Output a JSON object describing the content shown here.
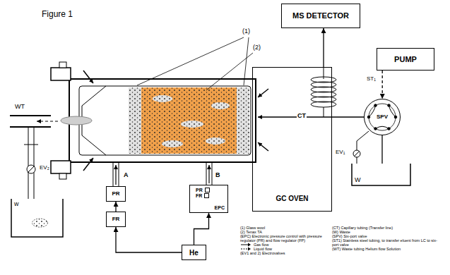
{
  "diagram": {
    "title": "Figure 1",
    "nodes": [
      {
        "text": [
          "MS DETECTOR"
        ]
      },
      {
        "text": [
          "GC OVEN"
        ]
      },
      {
        "text": [
          "PUMP"
        ]
      },
      {
        "text": [
          "SPV"
        ]
      },
      {
        "text": [
          "W"
        ]
      },
      {
        "text": [
          "w"
        ]
      },
      {
        "text": [
          "PR"
        ]
      },
      {
        "text": [
          "FR"
        ]
      },
      {
        "text": [
          "PR",
          "FR",
          "EPC"
        ]
      },
      {
        "text": [
          "He"
        ]
      }
    ],
    "edges": [
      {
        "from": 9,
        "to": 7,
        "arrow": "to"
      },
      {
        "from": 7,
        "to": 6,
        "arrow": "to"
      },
      {
        "from": 9,
        "to": 8,
        "arrow": "to"
      },
      {
        "from": 2,
        "to": 3,
        "arrow": "to"
      },
      {
        "from": 3,
        "to": 4,
        "arrow": "none"
      },
      {
        "from": 1,
        "to": 0,
        "arrow": "to"
      }
    ],
    "labels": [
      "(1)",
      "(2)",
      "WT",
      "EV₂",
      "A",
      "B",
      "CT",
      "ST₁",
      "EV₁"
    ],
    "legend": [
      {
        "text": "(1) Glass wool"
      },
      {
        "text": "(2) Tenax TA"
      },
      {
        "text": "(EPC) Electronic pressure control with pressure regulator (PR) and flow regulator (FP)"
      },
      {
        "text": "Gas flow"
      },
      {
        "text": "Liquid flow"
      },
      {
        "text": "(EV1 and 2) Electrovalves"
      },
      {
        "text": "(CT) Capillary tubing (Transfer line)"
      },
      {
        "text": "(W) Waste"
      },
      {
        "text": "(SPV) Six-port valve"
      },
      {
        "text": "(ST1) Stainless steel tubing, to transfer eluent from LC to six-port valve"
      },
      {
        "text": "(WT) Waste tubing Helium flow Solution"
      }
    ]
  }
}
